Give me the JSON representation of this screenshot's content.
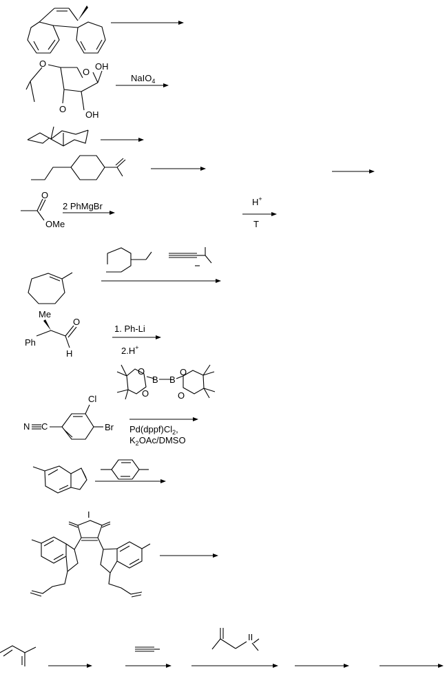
{
  "reactions": [
    {
      "id": "r1",
      "arrow_labels": []
    },
    {
      "id": "r2",
      "arrow_labels": [
        "NaIO4"
      ],
      "atoms": [
        "O",
        "O",
        "OH",
        "O",
        "OH"
      ]
    },
    {
      "id": "r3",
      "arrow_labels": []
    },
    {
      "id": "r4",
      "arrow_labels": []
    },
    {
      "id": "r5",
      "arrow_labels": [
        "2 PhMgBr",
        "H+",
        "T"
      ],
      "atoms": [
        "O",
        "OMe"
      ]
    },
    {
      "id": "r6",
      "arrow_labels": []
    },
    {
      "id": "r7",
      "arrow_labels": [
        "1. Ph-Li",
        "2.H+"
      ],
      "atoms": [
        "Me",
        "O",
        "Ph",
        "H"
      ]
    },
    {
      "id": "r8",
      "arrow_labels": [
        "Pd(dppf)Cl2",
        "K2OAc/DMSO"
      ],
      "atoms": [
        "O",
        "B",
        "O",
        "O",
        "B",
        "O",
        "Cl",
        "N",
        "C",
        "Br"
      ]
    },
    {
      "id": "r9",
      "arrow_labels": []
    },
    {
      "id": "r10",
      "arrow_labels": []
    },
    {
      "id": "r11",
      "arrow_labels": []
    }
  ],
  "r2": {
    "reagent": "NaIO",
    "reagent_sub": "4",
    "a1": "O",
    "a2": "O",
    "a3": "OH",
    "a4": "O",
    "a5": "OH"
  },
  "r5": {
    "a1": "O",
    "a2": "OMe",
    "reagent": "2 PhMgBr",
    "acid": "H",
    "acid_sup": "+",
    "heat": "T"
  },
  "r7": {
    "me": "Me",
    "o": "O",
    "ph": "Ph",
    "h": "H",
    "step1": "1. Ph-Li",
    "step2": "2.H",
    "step2_sup": "+"
  },
  "r8": {
    "b1": "B",
    "b2": "B",
    "o1": "O",
    "o2": "O",
    "o3": "O",
    "o4": "O",
    "cl": "Cl",
    "n": "N",
    "c": "C",
    "br": "Br",
    "cat": "Pd(dppf)Cl",
    "cat_sub": "2",
    "cat_tail": ",",
    "base_k": "K",
    "base_sub": "2",
    "base_rest": "OAc/DMSO"
  },
  "r10": {
    "i": "I"
  },
  "r11": {
    "fragment": "II"
  }
}
